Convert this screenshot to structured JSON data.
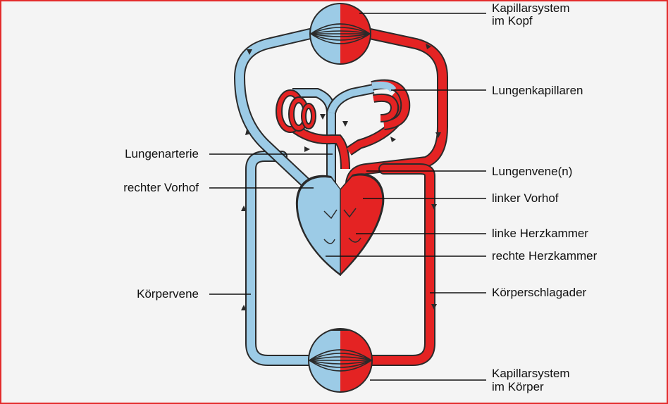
{
  "colors": {
    "oxygen_poor": "#9ccbe6",
    "oxygen_rich": "#e42323",
    "outline": "#2a2a2a",
    "background": "#f4f4f4",
    "frame": "#e32b2b"
  },
  "labels": {
    "head_capillaries_1": "Kapillarsystem",
    "head_capillaries_2": "im Kopf",
    "lung_capillaries": "Lungenkapillaren",
    "pulmonary_artery": "Lungenarterie",
    "pulmonary_vein": "Lungenvene(n)",
    "right_atrium": "rechter Vorhof",
    "left_atrium": "linker Vorhof",
    "left_ventricle": "linke Herzkammer",
    "right_ventricle": "rechte Herzkammer",
    "body_vein": "Körpervene",
    "body_artery": "Körperschlagader",
    "body_capillaries_1": "Kapillarsystem",
    "body_capillaries_2": "im Körper"
  }
}
